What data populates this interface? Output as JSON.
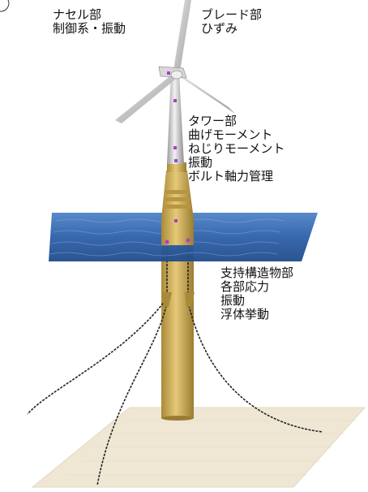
{
  "labels": {
    "nacelle": {
      "lines": [
        "ナセル部",
        "制御系・振動"
      ]
    },
    "blade": {
      "lines": [
        "ブレード部",
        "ひずみ"
      ]
    },
    "tower": {
      "lines": [
        "タワー部",
        "曲げモーメント",
        "ねじりモーメント",
        "振動",
        "ボルト軸力管理"
      ]
    },
    "support": {
      "lines": [
        "支持構造物部",
        "各部応力",
        "振動",
        "浮体挙動"
      ]
    }
  },
  "colors": {
    "sea": "#2d5fa8",
    "sea_light": "#5b8fd0",
    "tower": "#c9c9c9",
    "floater": "#d4b25a",
    "floater_shade": "#a98a3a",
    "seabed": "#efe7d4",
    "mooring": "#222222",
    "sensor": "#b23cc9"
  },
  "icons": {
    "sensor": "sensor-marker-icon"
  }
}
